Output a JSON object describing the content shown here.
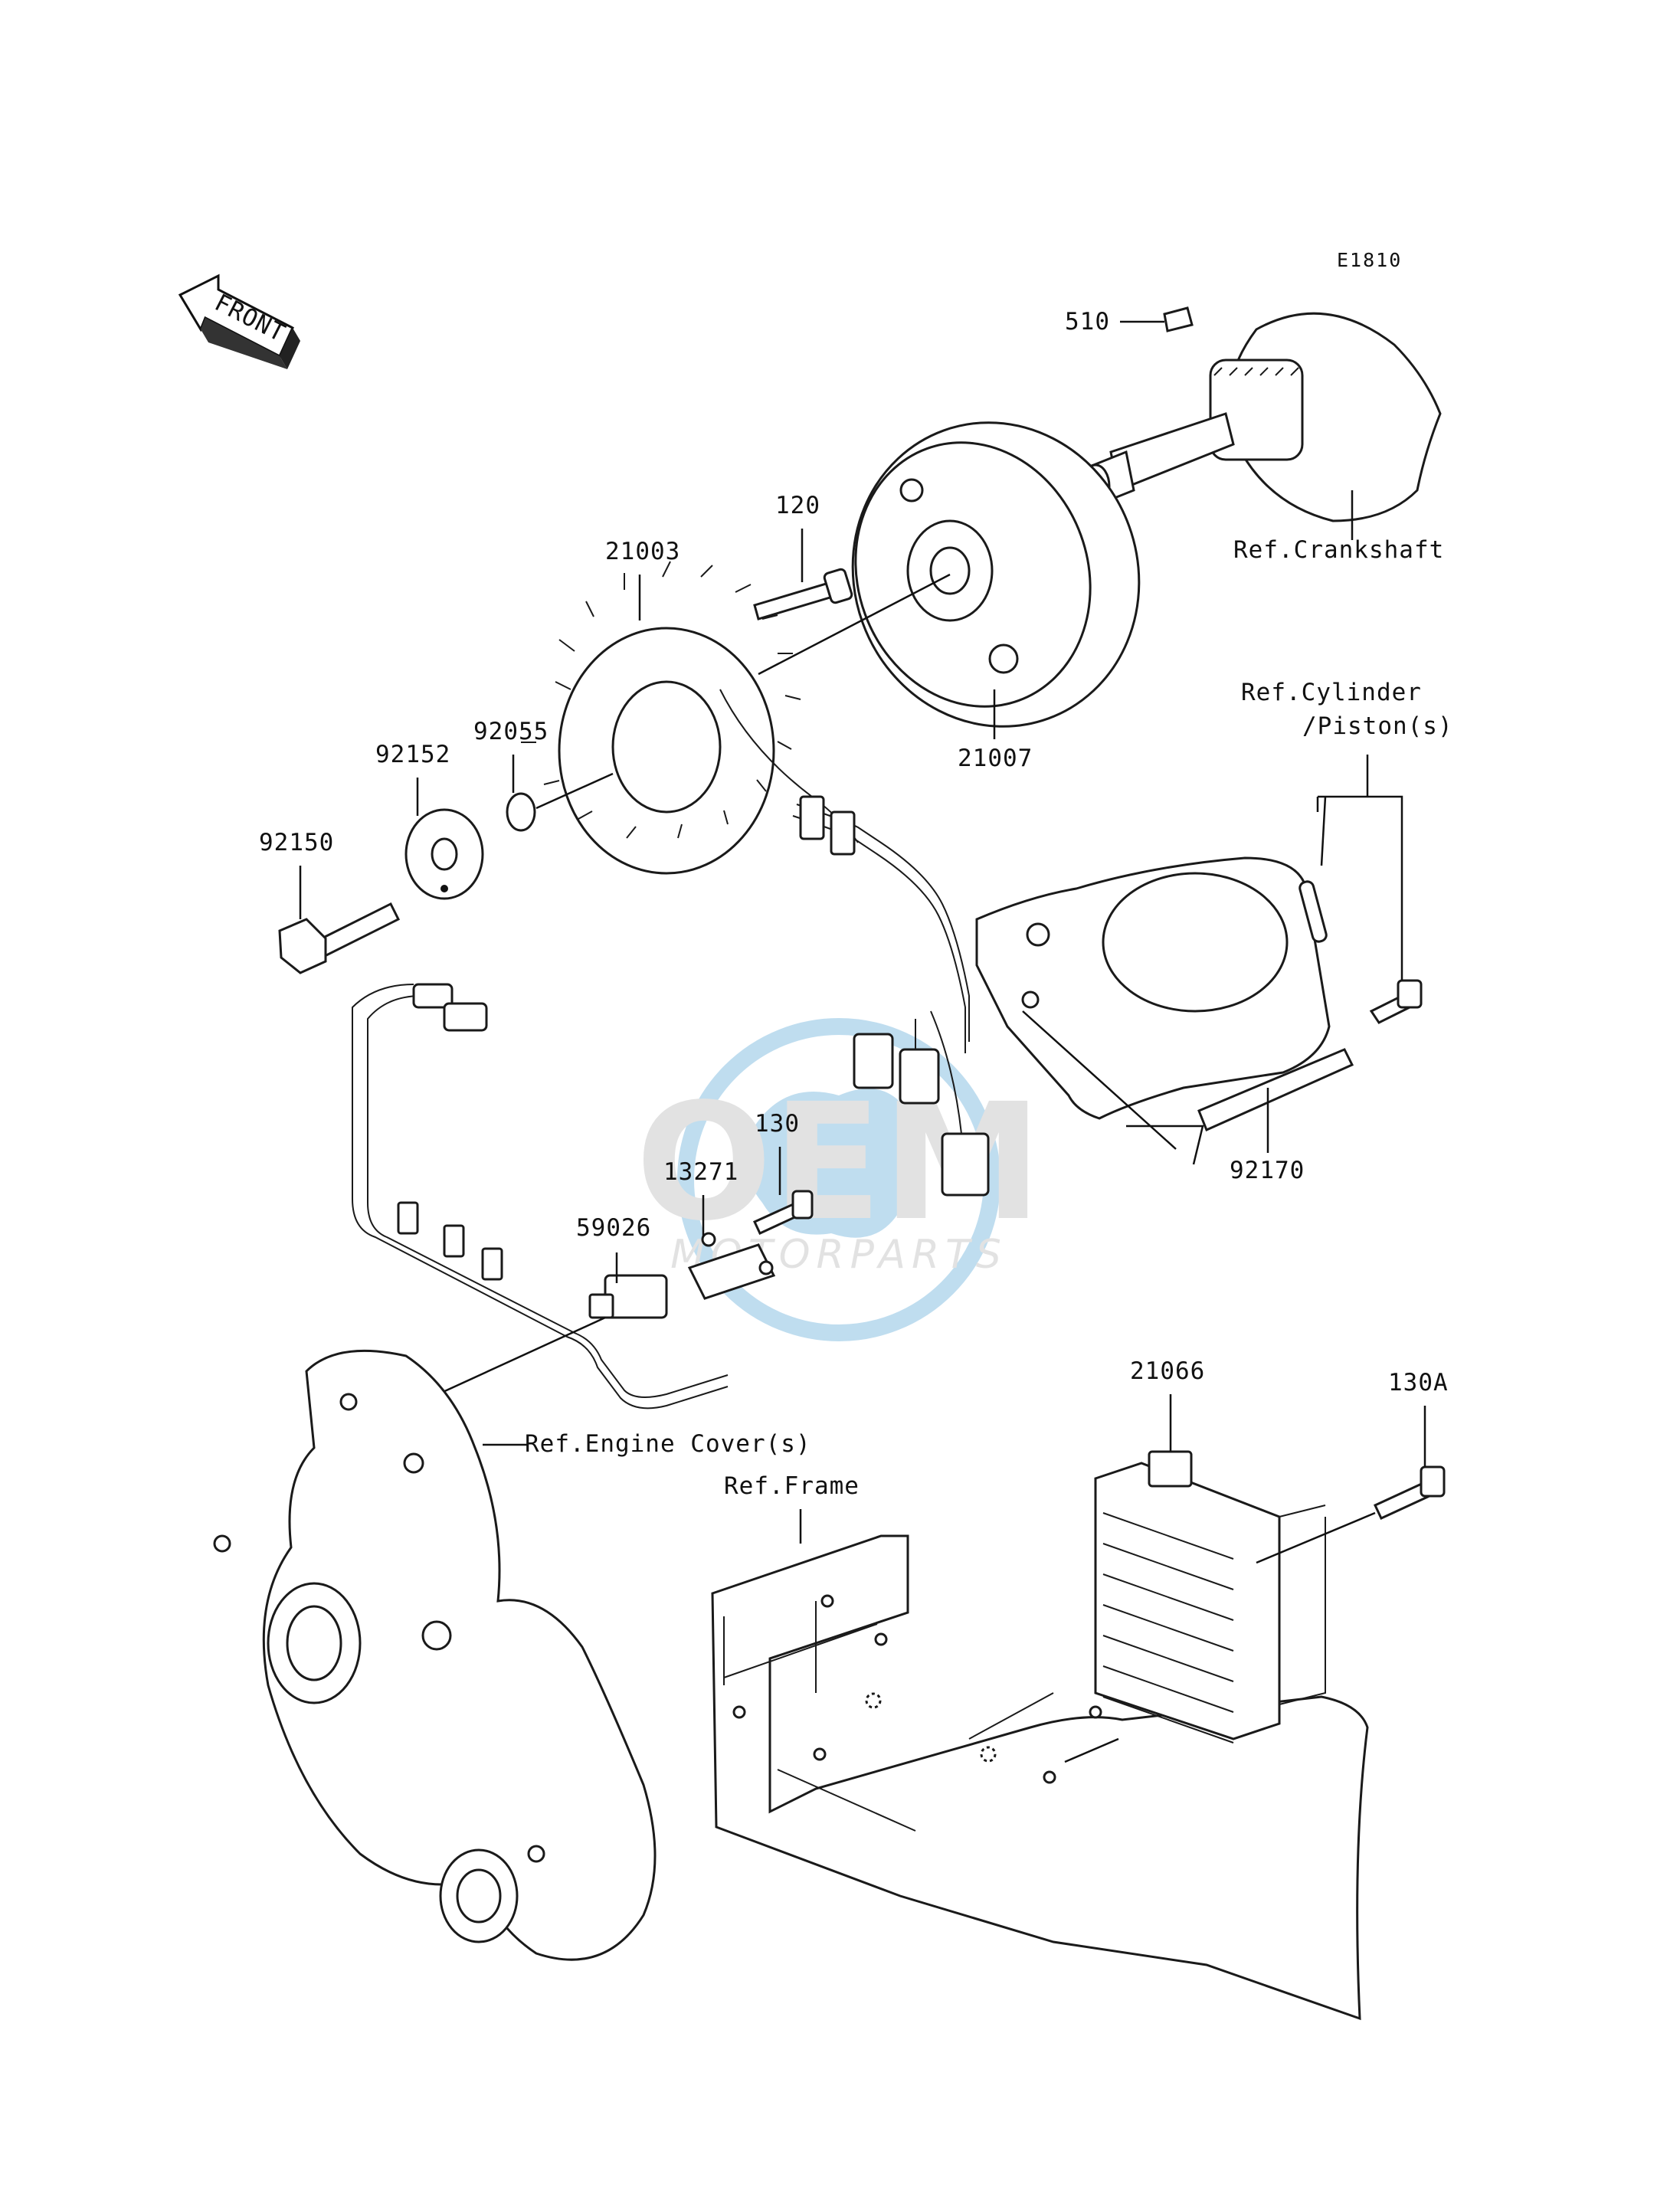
{
  "diagram_code": "E1810",
  "front_arrow_label": "FRONT",
  "watermark": {
    "brand": "OEM",
    "sub": "MOTORPARTS",
    "color": "#1e88c8",
    "text_color": "#b8b8b8"
  },
  "parts": {
    "p510": "510",
    "p120": "120",
    "p21003": "21003",
    "p21007": "21007",
    "p92152": "92152",
    "p92055": "92055",
    "p92150": "92150",
    "p130": "130",
    "p13271": "13271",
    "p59026": "59026",
    "p92170": "92170",
    "p21066": "21066",
    "p130A": "130A"
  },
  "refs": {
    "crankshaft": "Ref.Crankshaft",
    "cylinder_line1": "Ref.Cylinder",
    "cylinder_line2": "/Piston(s)",
    "engine_cover": "Ref.Engine Cover(s)",
    "frame": "Ref.Frame"
  }
}
